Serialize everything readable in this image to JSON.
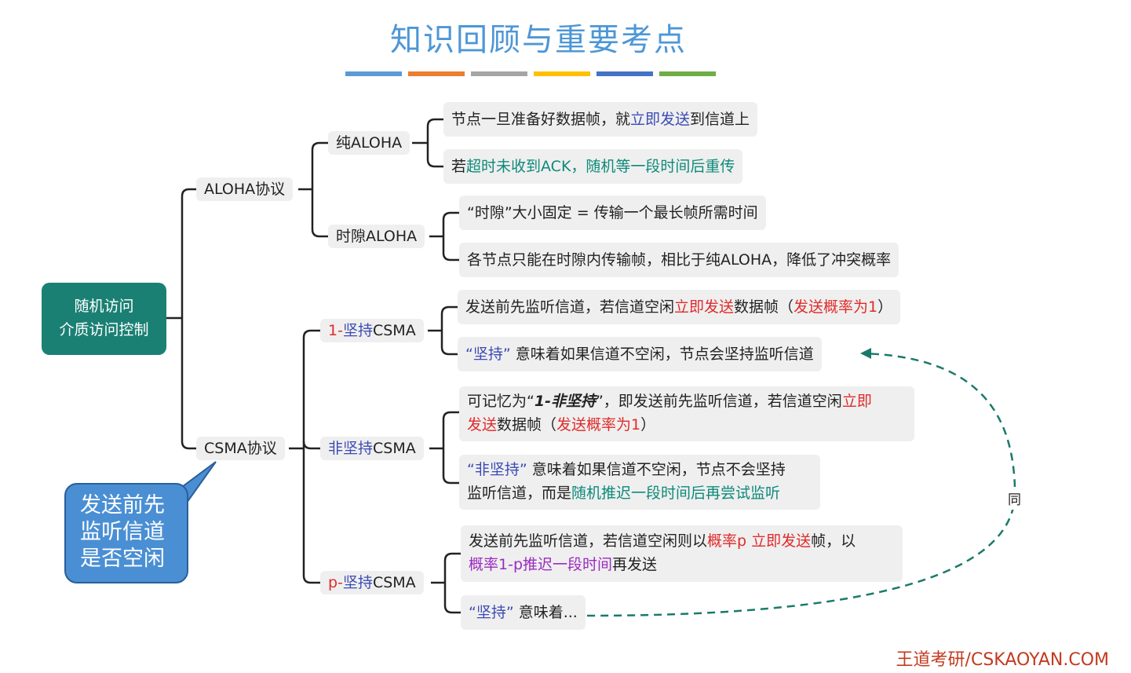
{
  "title": "知识回顾与重要考点",
  "title_bar_colors": [
    "#5b9bd5",
    "#ed7d31",
    "#a5a5a5",
    "#ffc000",
    "#4472c4",
    "#70ad47"
  ],
  "root": {
    "line1": "随机访问",
    "line2": "介质访问控制"
  },
  "aloha": {
    "label": "ALOHA协议",
    "pure": {
      "label": "纯ALOHA",
      "leaf1": {
        "a": "节点一旦准备好数据帧，就",
        "b": "立即发送",
        "c": "到信道上"
      },
      "leaf2": {
        "a": "若",
        "b": "超时未收到ACK，随机等一段时间后重传"
      }
    },
    "slotted": {
      "label": "时隙ALOHA",
      "leaf1": "“时隙”大小固定 = 传输一个最长帧所需时间",
      "leaf2": "各节点只能在时隙内传输帧，相比于纯ALOHA，降低了冲突概率"
    }
  },
  "csma": {
    "label": "CSMA协议",
    "one": {
      "label_a": "1-",
      "label_b": "坚持",
      "label_c": "CSMA",
      "leaf1": {
        "a": "发送前先监听信道，若信道空闲",
        "b": "立即发送",
        "c": "数据帧（",
        "d": "发送概率为1",
        "e": "）"
      },
      "leaf2": {
        "a": "“坚持”",
        "b": " 意味着如果信道不空闲，节点会坚持监听信道"
      }
    },
    "non": {
      "label_a": "非坚持",
      "label_b": "CSMA",
      "leaf1": {
        "a": "可记忆为“",
        "b": "1-非坚持",
        "c": "”，即发送前先监听信道，若信道空闲",
        "d": "立即",
        "e": "发送",
        "f": "数据帧（",
        "g": "发送概率为1",
        "h": "）"
      },
      "leaf2": {
        "a": "“非坚持”",
        "b": " 意味着如果信道不空闲，节点不会坚持",
        "c": "监听信道，而是",
        "d": "随机推迟一段时间后再尝试监听"
      }
    },
    "p": {
      "label_a": "p-",
      "label_b": "坚持",
      "label_c": "CSMA",
      "leaf1": {
        "a": "发送前先监听信道，若信道空闲则以",
        "b": "概率p 立即发送",
        "c": "帧，以",
        "d": "概率1-p推迟一段时间",
        "e": "再发送"
      },
      "leaf2": {
        "a": "“坚持”",
        "b": " 意味着..."
      }
    }
  },
  "callout": {
    "line1": "发送前先",
    "line2": "监听信道",
    "line3": "是否空闲"
  },
  "same_label": "同",
  "footer": "王道考研/CSKAOYAN.COM",
  "colors": {
    "accent_blue": "#3b4bb5",
    "red": "#e02b2b",
    "teal": "#0d8a7a",
    "purple": "#9b2bc0",
    "root_bg": "#1b8074"
  }
}
